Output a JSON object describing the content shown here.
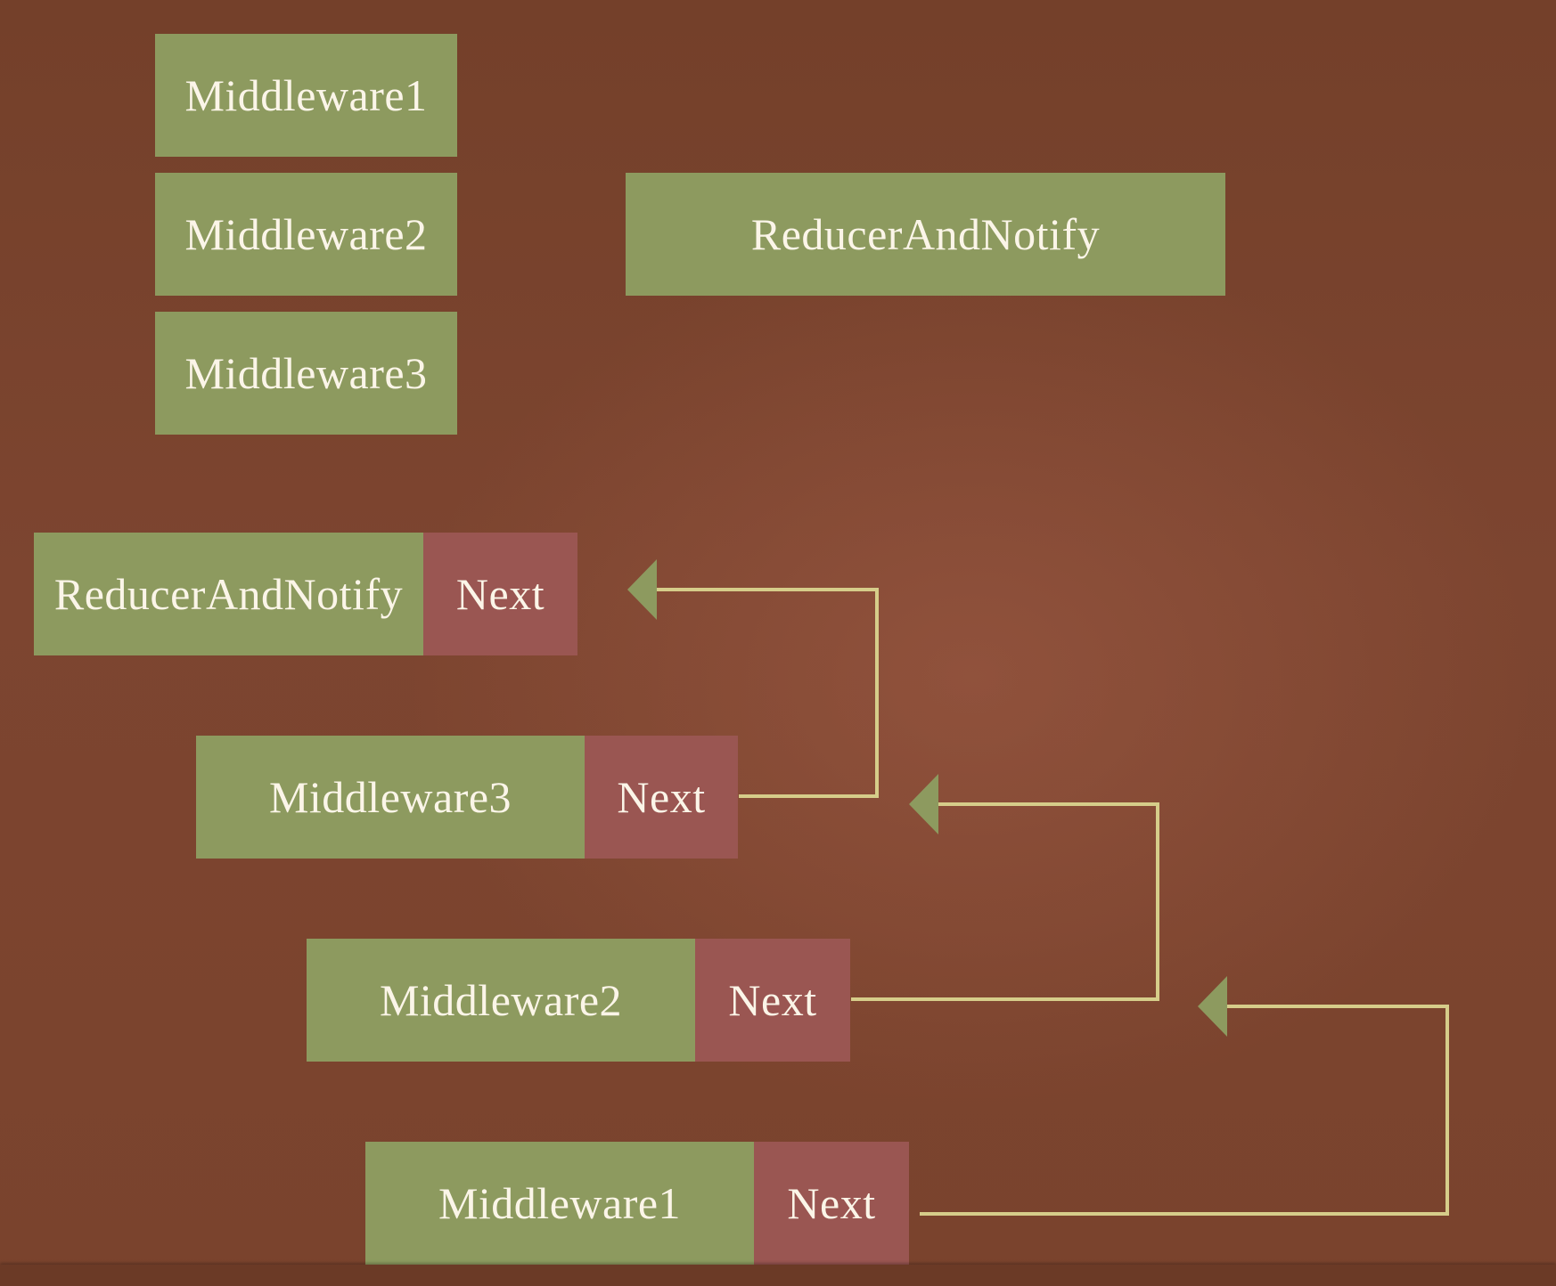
{
  "colors": {
    "background": "#7a432d",
    "box_green": "#8d9a5f",
    "box_red": "#9a5652",
    "connector_line": "#d6cd8a",
    "arrow_head": "#8d9a5f",
    "text": "#fbf5e8"
  },
  "registration": {
    "middlewares": [
      "Middleware1",
      "Middleware2",
      "Middleware3"
    ],
    "reducer": "ReducerAndNotify"
  },
  "chain": [
    {
      "name": "ReducerAndNotify",
      "next": "Next"
    },
    {
      "name": "Middleware3",
      "next": "Next"
    },
    {
      "name": "Middleware2",
      "next": "Next"
    },
    {
      "name": "Middleware1",
      "next": "Next"
    }
  ]
}
